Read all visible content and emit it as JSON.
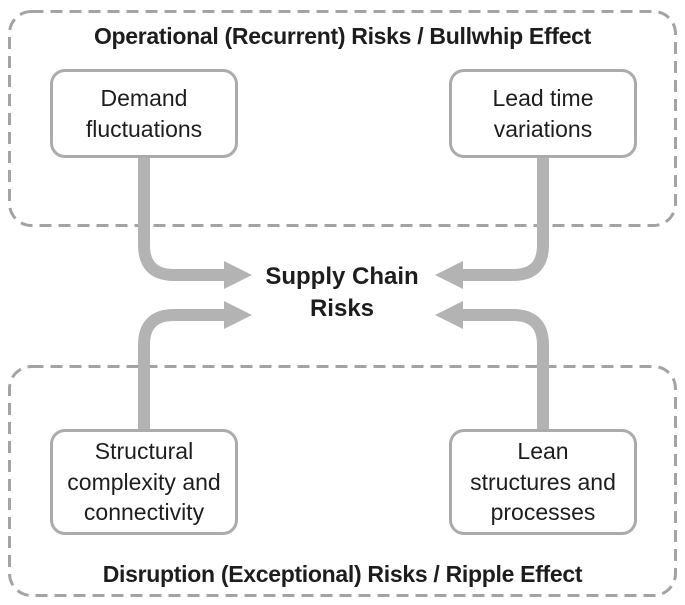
{
  "colors": {
    "arrow": "#b3b3b3",
    "box_border": "#ababab",
    "dashed_border": "#a3a3a3",
    "text": "#1d1d1d",
    "background": "#ffffff"
  },
  "top_group": {
    "title": "Operational (Recurrent) Risks / Bullwhip Effect",
    "boxes": [
      {
        "label": "Demand\nfluctuations"
      },
      {
        "label": "Lead time\nvariations"
      }
    ]
  },
  "center": {
    "label": "Supply Chain\nRisks"
  },
  "bottom_group": {
    "title": "Disruption (Exceptional) Risks / Ripple Effect",
    "boxes": [
      {
        "label": "Structural\ncomplexity and\nconnectivity"
      },
      {
        "label": "Lean\nstructures and\nprocesses"
      }
    ]
  }
}
